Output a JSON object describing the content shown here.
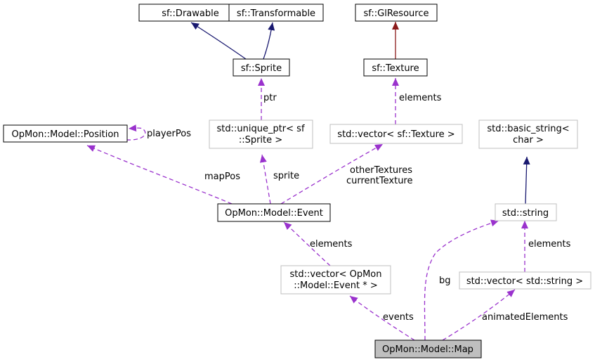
{
  "nodes": {
    "sf_drawable": "sf::Drawable",
    "sf_transformable": "sf::Transformable",
    "sf_glresource": "sf::GlResource",
    "sf_sprite": "sf::Sprite",
    "sf_texture": "sf::Texture",
    "position": "OpMon::Model::Position",
    "unique_ptr": [
      "std::unique_ptr< sf",
      "::Sprite >"
    ],
    "vector_texture": "std::vector< sf::Texture >",
    "basic_string": [
      "std::basic_string<",
      "char >"
    ],
    "event": "OpMon::Model::Event",
    "std_string": "std::string",
    "vector_event": [
      "std::vector< OpMon",
      "::Model::Event * >"
    ],
    "vector_string": "std::vector< std::string >",
    "map": "OpMon::Model::Map"
  },
  "edge_labels": {
    "ptr": "ptr",
    "elements_texture": "elements",
    "playerPos": "playerPos",
    "mapPos": "mapPos",
    "sprite": "sprite",
    "otherTextures": "otherTextures",
    "currentTexture": "currentTexture",
    "elements_event": "elements",
    "elements_string": "elements",
    "bg": "bg",
    "events": "events",
    "animatedElements": "animatedElements"
  },
  "colors": {
    "inheritance": "#191970",
    "private_inheritance": "#8b1a1a",
    "usage": "#9a32cd"
  }
}
